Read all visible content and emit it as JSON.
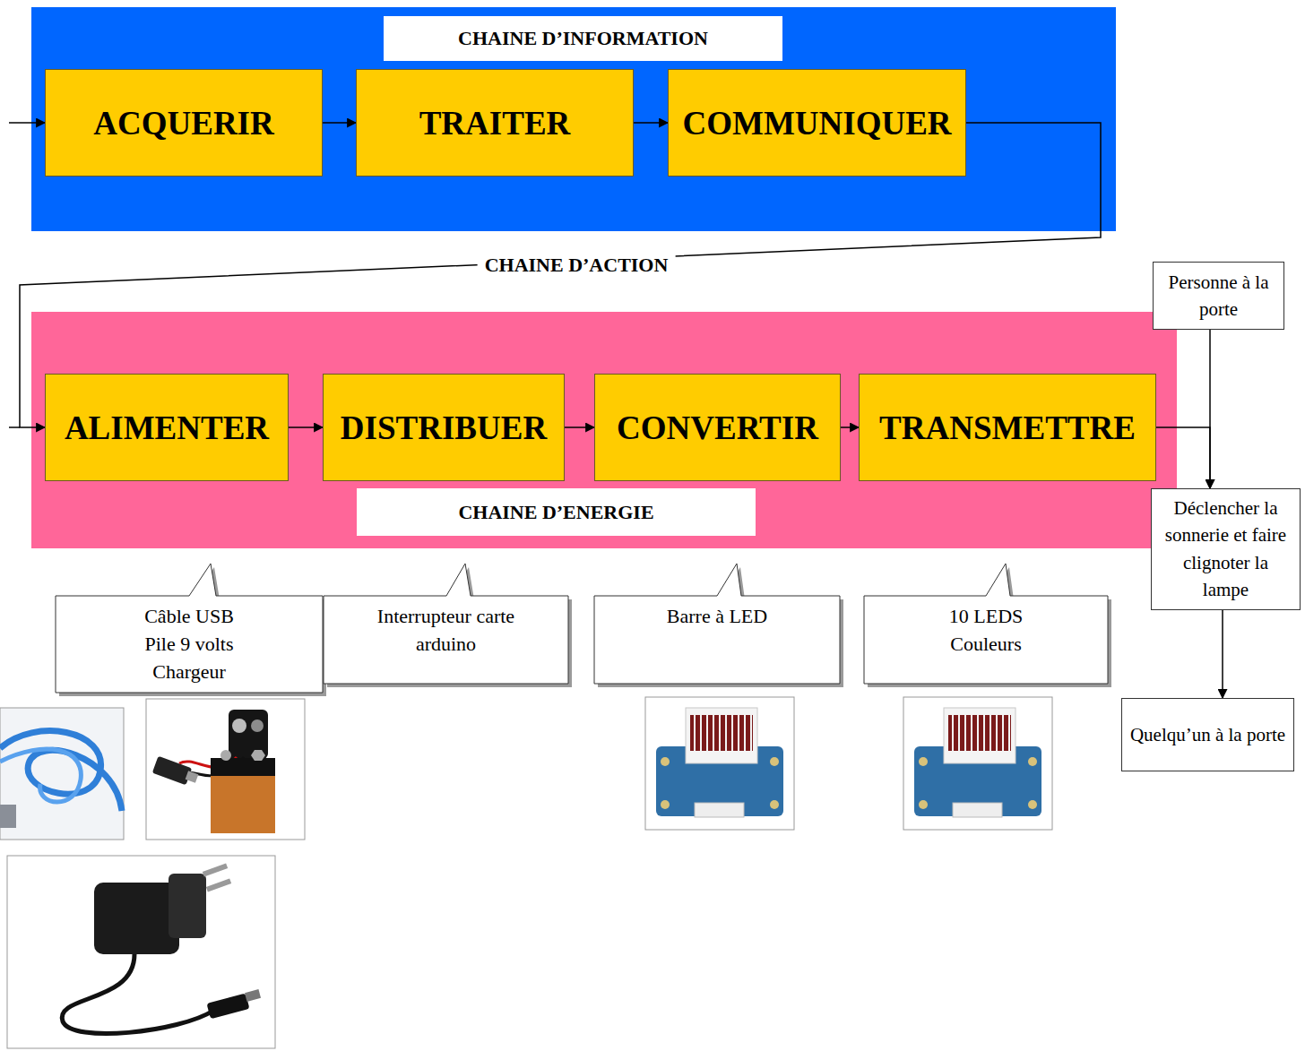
{
  "diagram": {
    "nodes": [
      {
        "text": [
          "CHAINE D’INFORMATION"
        ]
      },
      {
        "text": [
          "ACQUERIR"
        ],
        "in": 0
      },
      {
        "text": [
          "TRAITER"
        ],
        "in": 0
      },
      {
        "text": [
          "COMMUNIQUER"
        ],
        "in": 0
      },
      {
        "text": [
          "CHAINE D’ENERGIE"
        ]
      },
      {
        "text": [
          "ALIMENTER"
        ],
        "in": 4
      },
      {
        "text": [
          "DISTRIBUER"
        ],
        "in": 4
      },
      {
        "text": [
          "CONVERTIR"
        ],
        "in": 4
      },
      {
        "text": [
          "TRANSMETTRE"
        ],
        "in": 4
      },
      {
        "text": [
          "Personne à la porte"
        ]
      },
      {
        "text": [
          "Déclencher la sonnerie et faire clignoter la lampe"
        ]
      },
      {
        "text": [
          "Câble USB Pile 9 volts Chargeur"
        ]
      },
      {
        "text": [
          "Interrupteur carte arduino"
        ]
      },
      {
        "text": [
          "Barre à LED"
        ]
      },
      {
        "text": [
          "10 LEDS Couleurs"
        ]
      },
      {
        "text": [
          "Quelqu’un à la porte"
        ]
      }
    ],
    "edges": [
      {
        "from": 1,
        "to": 2,
        "arrow": "to"
      },
      {
        "from": 2,
        "to": 3,
        "arrow": "to"
      },
      {
        "from": 3,
        "to": 5,
        "label": "CHAINE D’ACTION",
        "arrow": "to"
      },
      {
        "from": 5,
        "to": 6,
        "arrow": "to"
      },
      {
        "from": 6,
        "to": 7,
        "arrow": "to"
      },
      {
        "from": 7,
        "to": 8,
        "arrow": "to"
      },
      {
        "from": 8,
        "to": 10,
        "arrow": "to"
      },
      {
        "from": 9,
        "to": 10,
        "arrow": "to"
      },
      {
        "from": 10,
        "to": 15,
        "arrow": "to"
      }
    ]
  }
}
